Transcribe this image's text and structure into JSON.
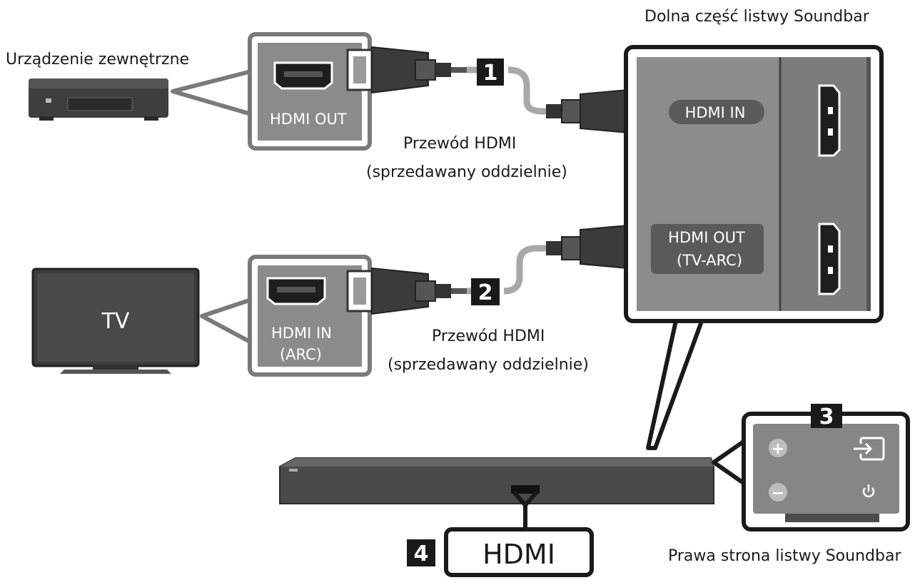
{
  "labels": {
    "external_device": "Urządzenie zewnętrzne",
    "soundbar_bottom": "Dolna część listwy Soundbar",
    "soundbar_right": "Prawa strona listwy Soundbar",
    "tv": "TV",
    "cable1_line1": "Przewód HDMI",
    "cable1_line2": "(sprzedawany oddzielnie)",
    "cable2_line1": "Przewód HDMI",
    "cable2_line2": "(sprzedawany oddzielnie)"
  },
  "ports": {
    "device_out": "HDMI OUT",
    "tv_in_line1": "HDMI IN",
    "tv_in_line2": "(ARC)",
    "sb_in": "HDMI IN",
    "sb_out_line1": "HDMI OUT",
    "sb_out_line2": "(TV-ARC)",
    "hdmi_callout": "HDMI"
  },
  "steps": [
    "1",
    "2",
    "3",
    "4"
  ],
  "icons": {
    "vol_up": "+",
    "vol_down": "−",
    "source": "source-icon",
    "power": "power-icon"
  }
}
